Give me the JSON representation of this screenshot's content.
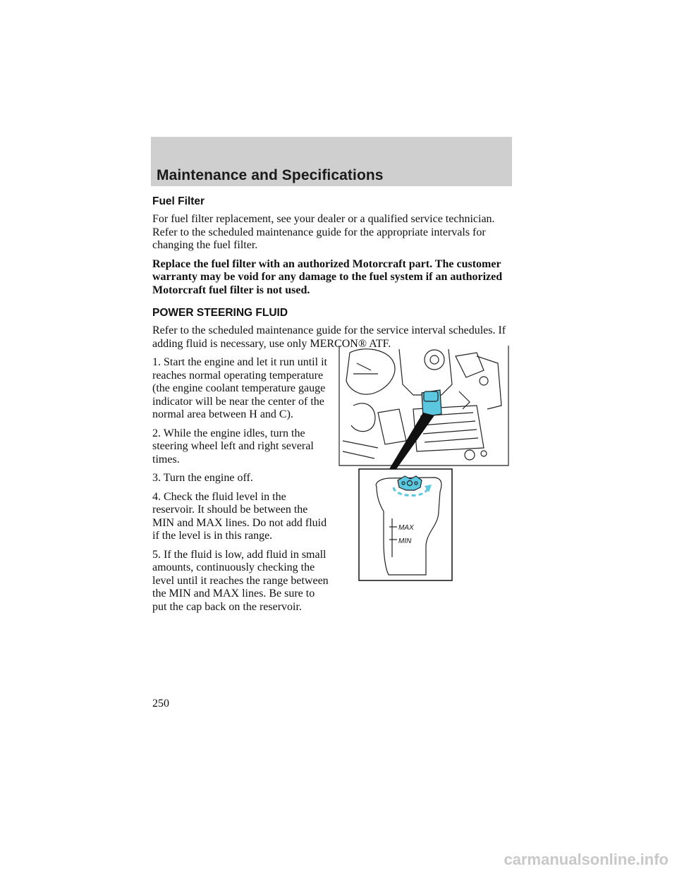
{
  "header": {
    "title": "Maintenance and Specifications"
  },
  "fuel_filter": {
    "title": "Fuel Filter",
    "para1": "For fuel filter replacement, see your dealer or a qualified service technician. Refer to the scheduled maintenance guide for the appropriate intervals for changing the fuel filter.",
    "para2": "Replace the fuel filter with an authorized Motorcraft part. The customer warranty may be void for any damage to the fuel system if an authorized Motorcraft fuel filter is not used."
  },
  "power_steering": {
    "title": "POWER STEERING FLUID",
    "intro": "Refer to the scheduled maintenance guide for the service interval schedules. If adding fluid is necessary, use only MERCON® ATF.",
    "steps": [
      "1. Start the engine and let it run until it reaches normal operating temperature (the engine coolant temperature gauge indicator will be near the center of the normal area between H and C).",
      "2. While the engine idles, turn the steering wheel left and right several times.",
      "3. Turn the engine off.",
      "4. Check the fluid level in the reservoir. It should be between the MIN and MAX lines. Do not add fluid if the level is in this range.",
      "5. If the fluid is low, add fluid in small amounts, continuously checking the level until it reaches the range between the MIN and MAX lines. Be sure to put the cap back on the reservoir."
    ]
  },
  "figure": {
    "max_label": "MAX",
    "min_label": "MIN",
    "accent": "#5bc8e0"
  },
  "page_number": "250",
  "watermark": "carmanualsonline.info"
}
